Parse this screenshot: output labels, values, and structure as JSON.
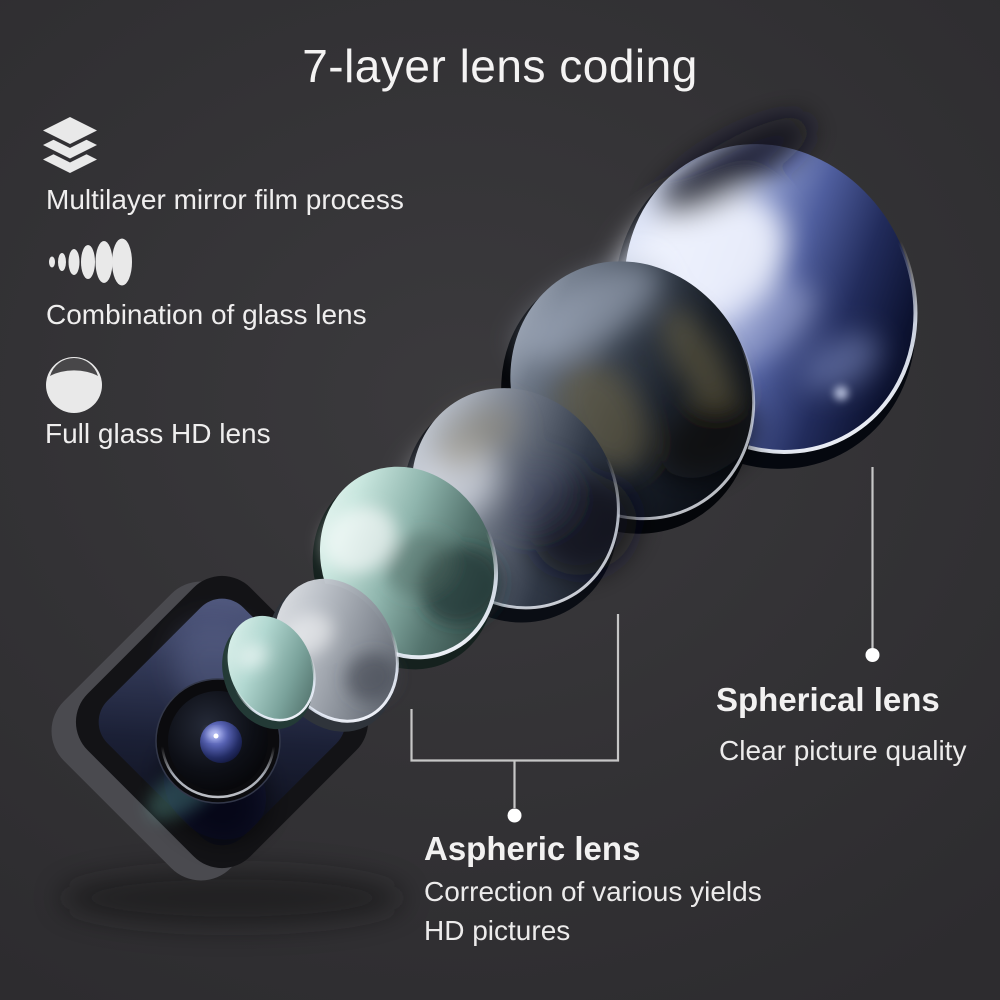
{
  "title": "7-layer lens coding",
  "features": [
    {
      "icon": "layers-icon",
      "label": "Multilayer mirror film process"
    },
    {
      "icon": "lens-stack-icon",
      "label": "Combination of glass lens"
    },
    {
      "icon": "glass-lens-icon",
      "label": "Full glass HD lens"
    }
  ],
  "callouts": {
    "spherical": {
      "title": "Spherical lens",
      "subtitle": "Clear picture quality"
    },
    "aspheric": {
      "title": "Aspheric lens",
      "line1": "Correction of various yields",
      "line2": "HD pictures"
    }
  },
  "colors": {
    "background": "#323134",
    "text": "#f1f0f0",
    "callout_line": "#c6c6c6",
    "lens_blue_highlight": "#c8d2ee",
    "lens_blue_deep": "#1a2350",
    "lens_teal": "#a9d2ca",
    "lens_glass_gray": "#9aa1ad",
    "camera_body": "#131316"
  }
}
